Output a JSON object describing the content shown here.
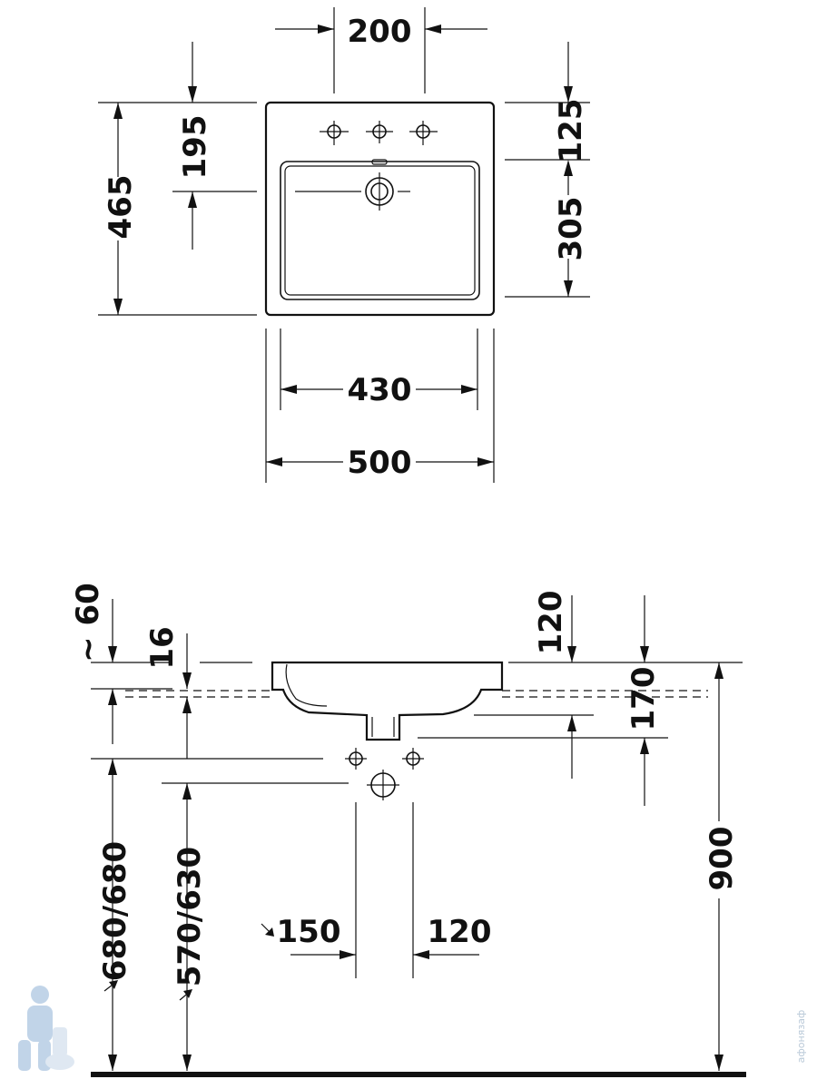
{
  "top_view": {
    "tap_spacing": "200",
    "depth_to_drain": "195",
    "overall_depth": "465",
    "rim_to_bowl": "125",
    "bowl_depth": "305",
    "bowl_width": "430",
    "overall_width": "500"
  },
  "side_view": {
    "rim_offset": "~ 60",
    "rim_thickness": "16",
    "tap_offset": "120",
    "bowl_height": "170",
    "height_1": "680/680",
    "height_2": "570/630",
    "pipe_left": "150",
    "pipe_right": "120",
    "rim_height": "900"
  },
  "watermark": "афонязаф"
}
